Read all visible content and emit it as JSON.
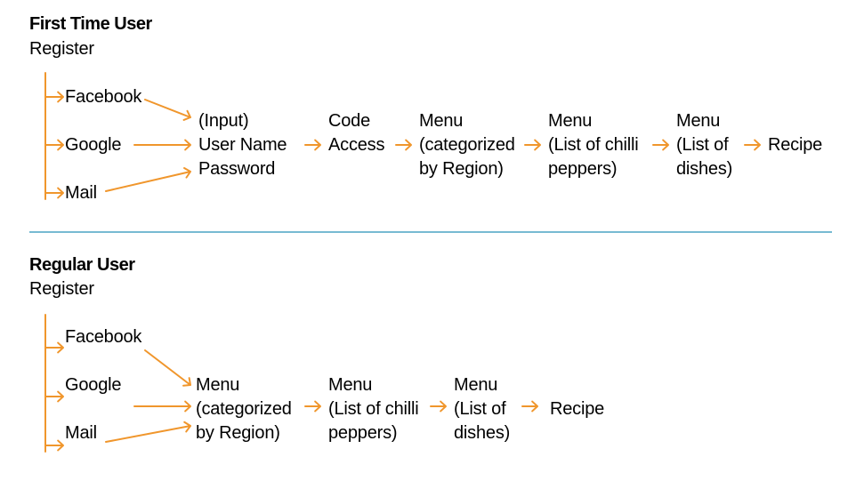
{
  "colors": {
    "arrow": "#f0962c",
    "divider": "#4aa3c4",
    "text": "#000000"
  },
  "first": {
    "title": "First Time User",
    "subtitle": "Register",
    "options": [
      "Facebook",
      "Google",
      "Mail"
    ],
    "steps": [
      [
        "(Input)",
        "User Name",
        "Password"
      ],
      [
        "Code",
        "Access"
      ],
      [
        "Menu",
        "(categorized",
        "by Region)"
      ],
      [
        "Menu",
        "(List of chilli",
        "peppers)"
      ],
      [
        "Menu",
        "(List of",
        "dishes)"
      ],
      [
        "Recipe"
      ]
    ]
  },
  "regular": {
    "title": "Regular User",
    "subtitle": "Register",
    "options": [
      "Facebook",
      "Google",
      "Mail"
    ],
    "steps": [
      [
        "Menu",
        "(categorized",
        "by Region)"
      ],
      [
        "Menu",
        "(List of chilli",
        "peppers)"
      ],
      [
        "Menu",
        "(List of",
        "dishes)"
      ],
      [
        "Recipe"
      ]
    ]
  }
}
